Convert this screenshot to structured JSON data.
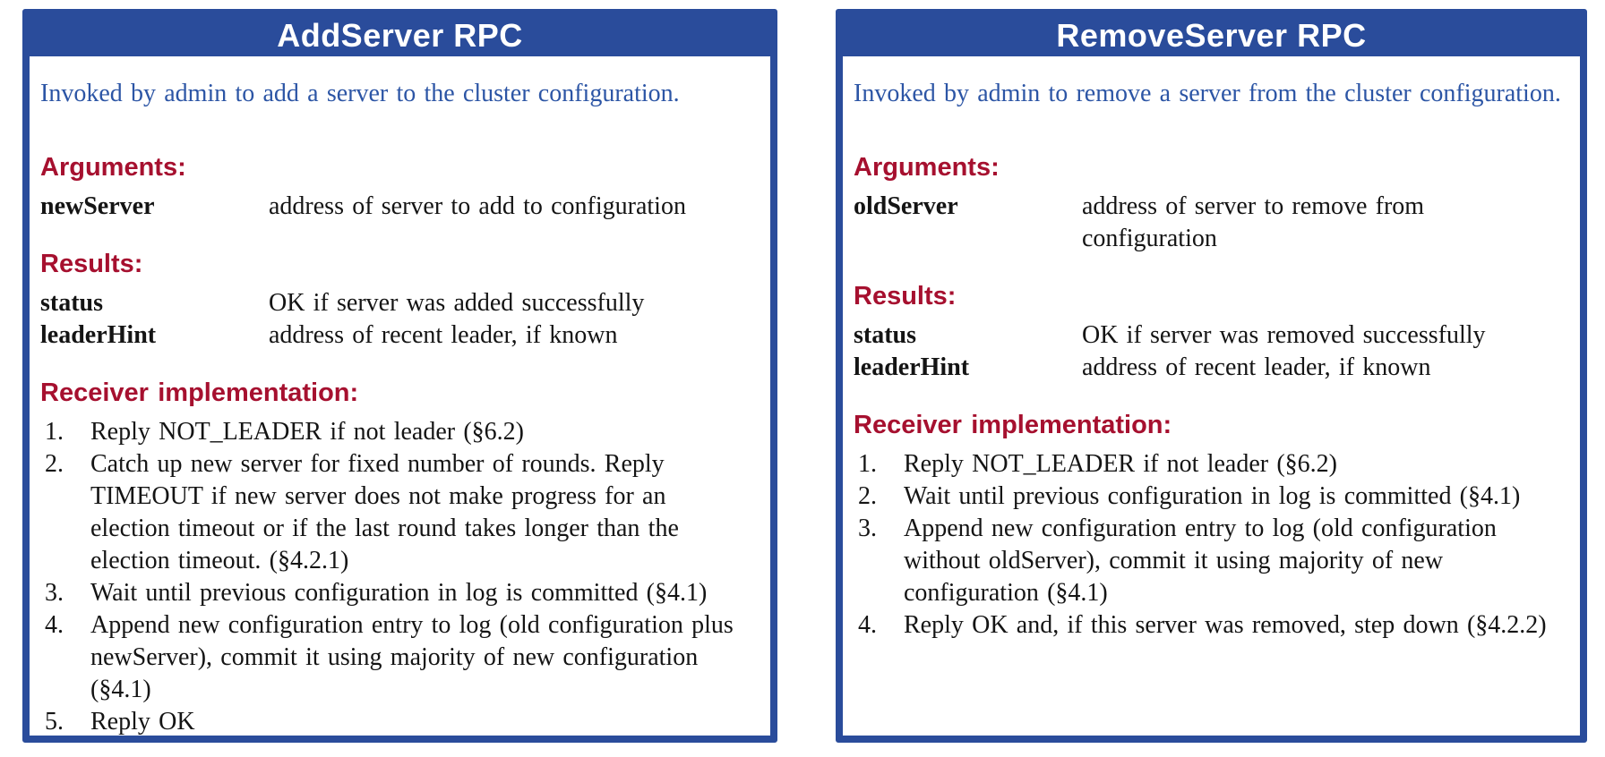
{
  "colors": {
    "frame_and_band_blue": "#2a4c9b",
    "description_text_blue": "#2c55a5",
    "section_heading_red": "#a6102f",
    "body_text": "#141414",
    "title_text": "#ffffff",
    "background": "#ffffff"
  },
  "cards": [
    {
      "title": "AddServer RPC",
      "description": "Invoked by admin to add a server to the cluster configuration.",
      "arguments_heading": "Arguments:",
      "arguments": [
        {
          "name": "newServer",
          "description": "address of server to add to configuration"
        }
      ],
      "results_heading": "Results:",
      "results": [
        {
          "name": "status",
          "description": "OK if server was added successfully"
        },
        {
          "name": "leaderHint",
          "description": "address of recent leader, if known"
        }
      ],
      "receiver_heading": "Receiver implementation:",
      "steps": [
        "Reply NOT_LEADER if not leader (§6.2)",
        "Catch up new server for fixed number of rounds. Reply TIMEOUT if new server does not make progress for an election timeout or if the last round takes longer than the election timeout. (§4.2.1)",
        "Wait until previous configuration in log is committed (§4.1)",
        "Append new configuration entry to log (old configuration plus newServer), commit it using majority of new configuration (§4.1)",
        "Reply OK"
      ]
    },
    {
      "title": "RemoveServer RPC",
      "description": "Invoked by admin to remove a server from the cluster configuration.",
      "arguments_heading": "Arguments:",
      "arguments": [
        {
          "name": "oldServer",
          "description": "address of server to remove from configuration"
        }
      ],
      "results_heading": "Results:",
      "results": [
        {
          "name": "status",
          "description": "OK if server was removed successfully"
        },
        {
          "name": "leaderHint",
          "description": "address of recent leader, if known"
        }
      ],
      "receiver_heading": "Receiver implementation:",
      "steps": [
        "Reply NOT_LEADER if not leader (§6.2)",
        "Wait until previous configuration in log is committed (§4.1)",
        "Append new configuration entry to log (old configuration without oldServer), commit it using majority of new configuration (§4.1)",
        "Reply OK and, if this server was removed, step down (§4.2.2)"
      ]
    }
  ]
}
